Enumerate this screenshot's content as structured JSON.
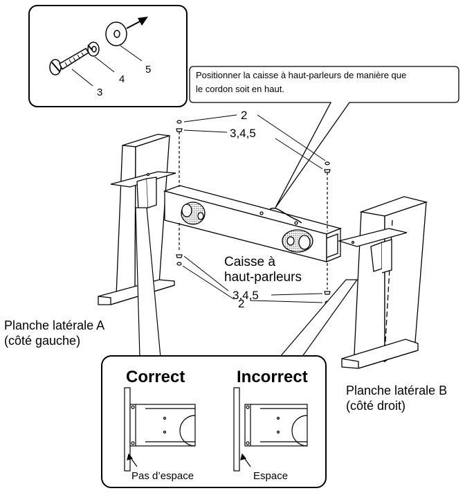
{
  "inset_parts": {
    "screw": "3",
    "lock_washer": "4",
    "flat_washer": "5"
  },
  "callout": {
    "line1": "Positionner la caisse à haut-parleurs de manière que",
    "line2": "le cordon soit en haut."
  },
  "labels": {
    "hole_top": "2",
    "hardware_top": "3,4,5",
    "speaker_box_line1": "Caisse à",
    "speaker_box_line2": "haut-parleurs",
    "hardware_bottom": "3,4,5",
    "hole_bottom": "2",
    "side_a_line1": "Planche latérale A",
    "side_a_line2": "(côté gauche)",
    "side_b_line1": "Planche latérale B",
    "side_b_line2": "(côté droit)"
  },
  "detail": {
    "correct_title": "Correct",
    "incorrect_title": "Incorrect",
    "correct_caption": "Pas d’espace",
    "incorrect_caption": "Espace"
  }
}
